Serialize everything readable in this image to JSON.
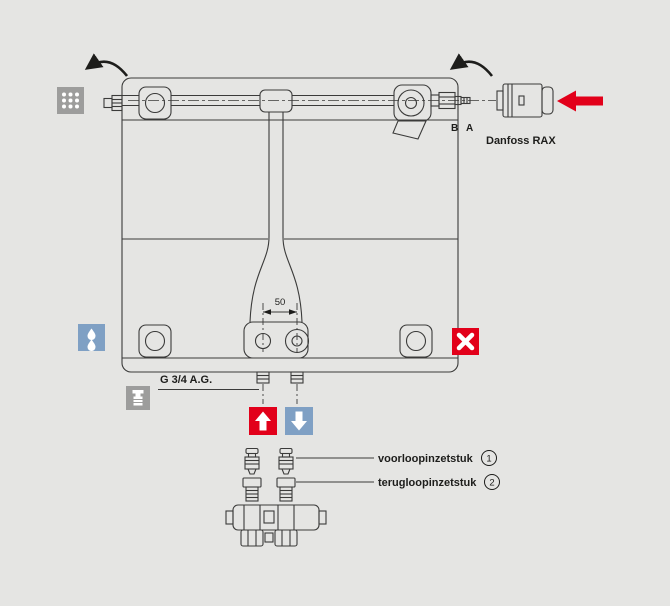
{
  "colors": {
    "background": "#e5e5e3",
    "line": "#3b3b3a",
    "text": "#1d1d1b",
    "red": "#e2001a",
    "blue": "#7fa0c4",
    "gray": "#9d9d9c"
  },
  "connection_labels": {
    "b": "B",
    "a": "A"
  },
  "thermostat_label": "Danfoss RAX",
  "thread_label": "G 3/4 A.G.",
  "center_distance": "50",
  "legend": {
    "items": [
      {
        "label": "voorloopinzetstuk",
        "number": "1"
      },
      {
        "label": "terugloopinzetstuk",
        "number": "2"
      }
    ]
  },
  "icons": {
    "rotate_left": "curved-ccw-arrow",
    "rotate_right": "curved-ccw-arrow",
    "grip_pattern": "dot-grid",
    "air_vent_position": "two-water-drops",
    "wrong_position": "x-mark",
    "insert_tool": "valve-insert-silhouette",
    "flow_supply": "up-arrow",
    "flow_return": "down-arrow",
    "mount_direction": "left-arrow"
  }
}
